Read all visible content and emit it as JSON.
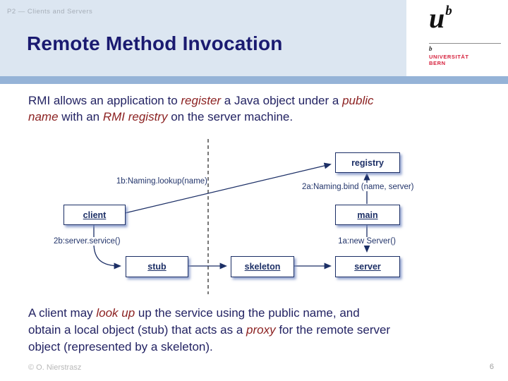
{
  "colors": {
    "header_bg": "#dce6f1",
    "accent_band": "#95b3d7",
    "title_navy": "#1a1a70",
    "body_navy": "#232363",
    "emphasis_maroon": "#8c2222",
    "diagram_navy": "#1c2f66",
    "logo_red": "#d6203c",
    "muted_gray": "#b8b8b8"
  },
  "header": {
    "breadcrumb": "P2 — Clients and Servers",
    "title": "Remote Method Invocation"
  },
  "logo": {
    "u": "u",
    "b": "b",
    "small_b": "b",
    "line1": "UNIVERSITÄT",
    "line2": "BERN"
  },
  "paragraph1": {
    "line1": [
      {
        "text": "RMI allows an application to ",
        "em": false
      },
      {
        "text": "register",
        "em": true
      },
      {
        "text": " a Java object under a ",
        "em": false
      },
      {
        "text": "public",
        "em": true
      }
    ],
    "line2": [
      {
        "text": "name",
        "em": true
      },
      {
        "text": " with an ",
        "em": false
      },
      {
        "text": "RMI registry",
        "em": true
      },
      {
        "text": " on the server machine.",
        "em": false
      }
    ]
  },
  "diagram": {
    "boxes": {
      "client": "client",
      "registry": "registry",
      "main": "main",
      "stub": "stub",
      "skeleton": "skeleton",
      "server": "server"
    },
    "labels": {
      "lookup": "1b:Naming.lookup(name)",
      "bind": "2a:Naming.bind (name, server)",
      "service": "2b:server.service()",
      "new_server": "1a:new Server()"
    }
  },
  "paragraph2": {
    "line1": [
      {
        "text": "A client may ",
        "em": false
      },
      {
        "text": "look up",
        "em": true
      },
      {
        "text": " up the service using the public name, and",
        "em": false
      }
    ],
    "line2": [
      {
        "text": "obtain a local object (stub) that acts as a ",
        "em": false
      },
      {
        "text": "proxy",
        "em": true
      },
      {
        "text": " for the remote server",
        "em": false
      }
    ],
    "line3": [
      {
        "text": "object (represented by a skeleton).",
        "em": false
      }
    ]
  },
  "footer": {
    "copyright": "© O. Nierstrasz",
    "page_number": "6"
  }
}
